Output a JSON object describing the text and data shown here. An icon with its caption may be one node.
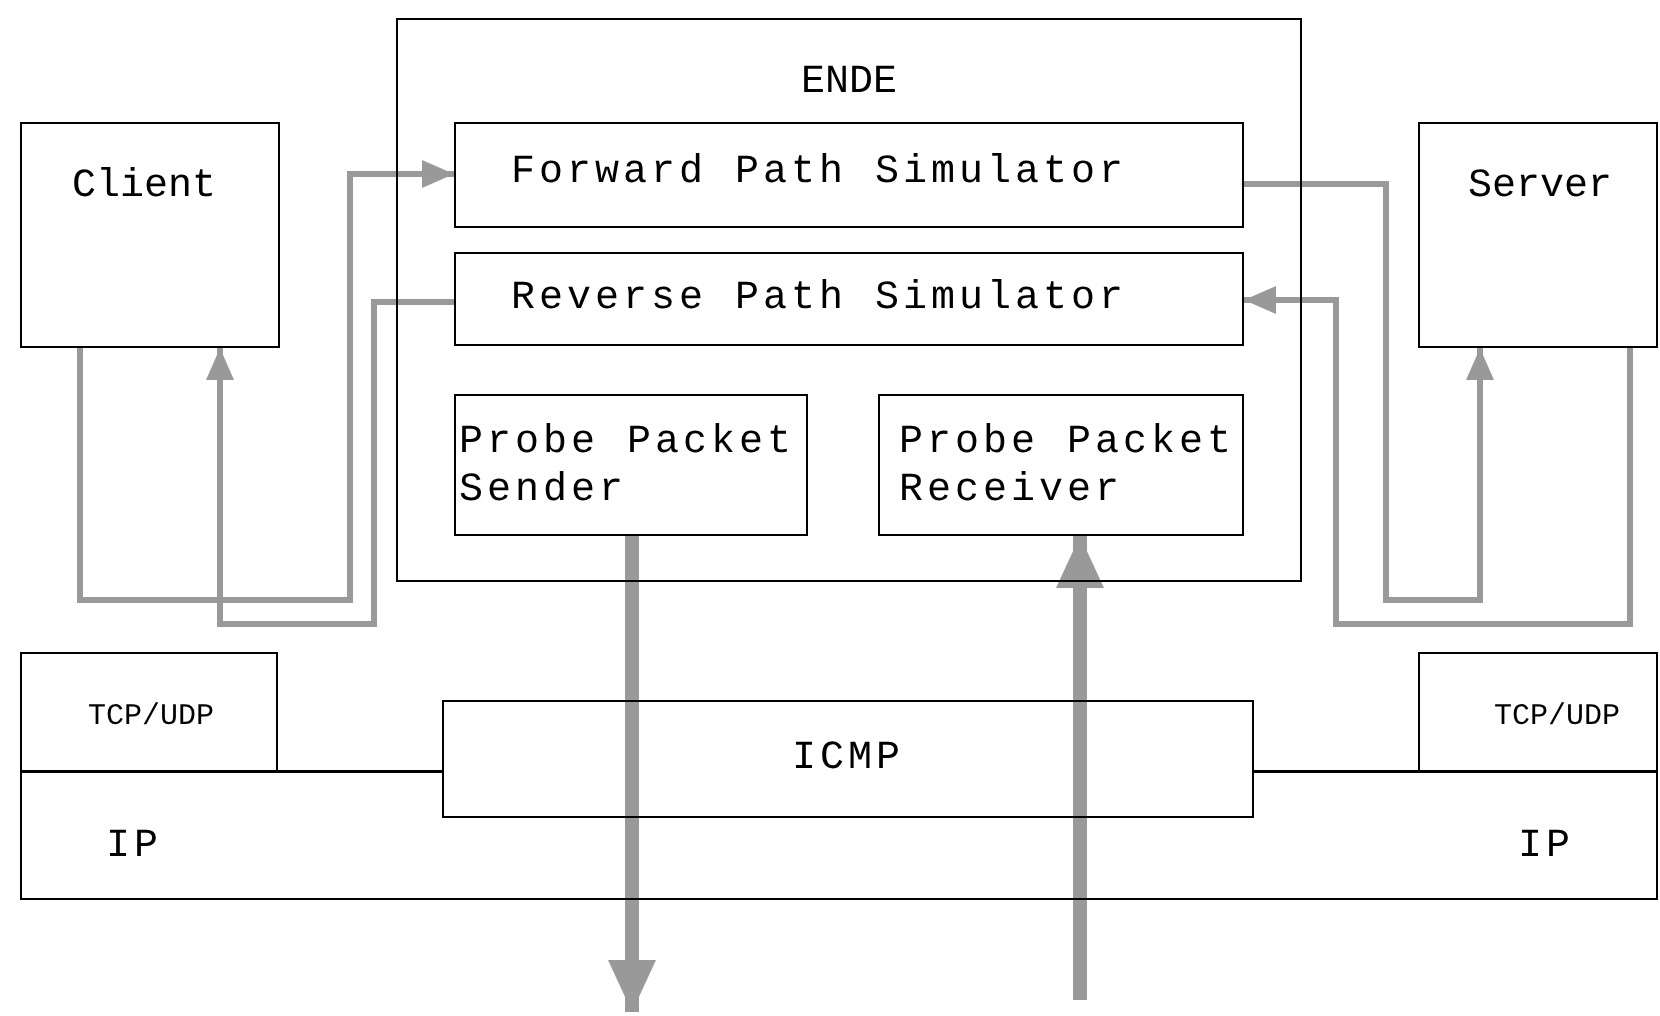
{
  "diagram": {
    "nodes": [
      {
        "text": [
          "Client"
        ]
      },
      {
        "text": [
          "ENDE"
        ]
      },
      {
        "text": [
          "Forward Path Simulator"
        ],
        "in": 1
      },
      {
        "text": [
          "Reverse Path Simulator"
        ],
        "in": 1
      },
      {
        "text": [
          "Probe Packet Sender"
        ],
        "in": 1
      },
      {
        "text": [
          "Probe Packet Receiver"
        ],
        "in": 1
      },
      {
        "text": [
          "Server"
        ]
      },
      {
        "text": [
          "TCP/UDP"
        ]
      },
      {
        "text": [
          "ICMP"
        ]
      },
      {
        "text": [
          "TCP/UDP"
        ]
      },
      {
        "text": [
          "IP",
          "IP"
        ]
      }
    ],
    "edges": [
      {
        "from": 0,
        "to": 2,
        "arrow": "to"
      },
      {
        "from": 3,
        "to": 0,
        "arrow": "to"
      },
      {
        "from": 2,
        "to": 6,
        "arrow": "to"
      },
      {
        "from": 6,
        "to": 3,
        "arrow": "to"
      },
      {
        "from": 4,
        "to": null,
        "arrow": "to",
        "style": "thick"
      },
      {
        "from": null,
        "to": 5,
        "arrow": "to",
        "style": "thick"
      }
    ]
  }
}
